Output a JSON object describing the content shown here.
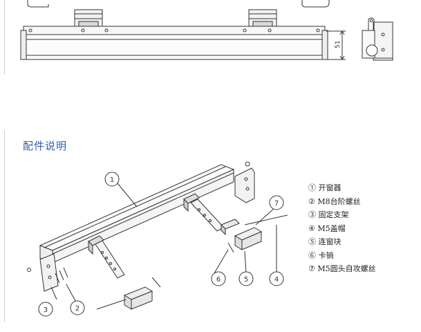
{
  "top_view": {
    "dimension_label": "51"
  },
  "section": {
    "title": "配件说明"
  },
  "callouts": [
    "1",
    "2",
    "3",
    "4",
    "5",
    "6",
    "7"
  ],
  "legend": {
    "items": [
      "① 开窗器",
      "② M8台阶螺丝",
      "③ 固定支架",
      "④ M5盖帽",
      "⑤ 连窗块",
      "⑥ 卡销",
      "⑦ M5圆头自攻螺丝"
    ]
  }
}
